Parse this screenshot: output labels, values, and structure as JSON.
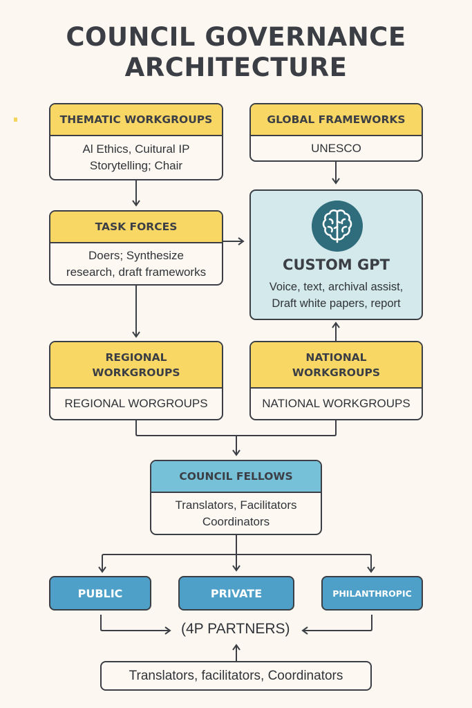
{
  "title": {
    "line1": "COUNCIL GOVERNANCE",
    "line2": "ARCHITECTURE"
  },
  "colors": {
    "background": "#fcf8f1",
    "header_yellow": "#f8d764",
    "header_blue": "#76c0d8",
    "gpt_panel": "#d3e9ec",
    "pill_blue": "#4ea0c8",
    "stroke": "#3b3f45"
  },
  "thematic": {
    "title": "THEMATIC WORKGROUPS",
    "line1": "Al Ethics, Cuitural IP",
    "line2": "Storytelling; Chair"
  },
  "global": {
    "title": "GLOBAL FRAMEWORKS",
    "line1": "UNESCO"
  },
  "task_forces": {
    "title": "TASK FORCES",
    "line1": "Doers; Synthesize",
    "line2": "research, draft frameworks"
  },
  "custom_gpt": {
    "icon": "brain-icon",
    "title": "CUSTOM GPT",
    "line1": "Voice, text, archival assist,",
    "line2": "Draft white papers, report"
  },
  "regional": {
    "title1": "REGIONAL",
    "title2": "WORKGROUPS",
    "body": "REGIONAL WORGROUPS"
  },
  "national": {
    "title1": "NATIONAL",
    "title2": "WORKGROUPS",
    "body": "NATIONAL WORKGROUPS"
  },
  "fellows": {
    "title": "COUNCIL FELLOWS",
    "line1": "Translators, Facilitators",
    "line2": "Coordinators"
  },
  "partners": {
    "public": "PUBLIC",
    "private": "PRIVATE",
    "philanthropic": "PHILANTHROPIC",
    "label": "(4P PARTNERS)"
  },
  "bottom": {
    "text": "Translators, facilitators, Coordinators"
  }
}
